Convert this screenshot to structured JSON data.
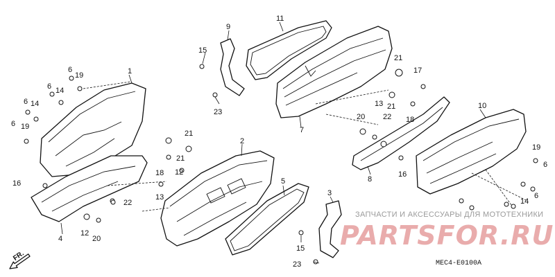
{
  "diagram_code": "MEC4-E0100A",
  "direction_label": "FR.",
  "watermark": {
    "caption": "ЗАПЧАСТИ И АКСЕССУАРЫ ДЛЯ МОТОТЕХНИКИ",
    "logo_text": "PARTSFOR.RU"
  },
  "callouts": [
    "1",
    "2",
    "3",
    "4",
    "5",
    "6",
    "6",
    "6",
    "6",
    "6",
    "6",
    "7",
    "8",
    "9",
    "10",
    "11",
    "12",
    "12",
    "13",
    "13",
    "14",
    "14",
    "14",
    "15",
    "15",
    "16",
    "16",
    "17",
    "18",
    "18",
    "19",
    "19",
    "19",
    "20",
    "20",
    "21",
    "21",
    "21",
    "21",
    "22",
    "22",
    "23",
    "23"
  ]
}
